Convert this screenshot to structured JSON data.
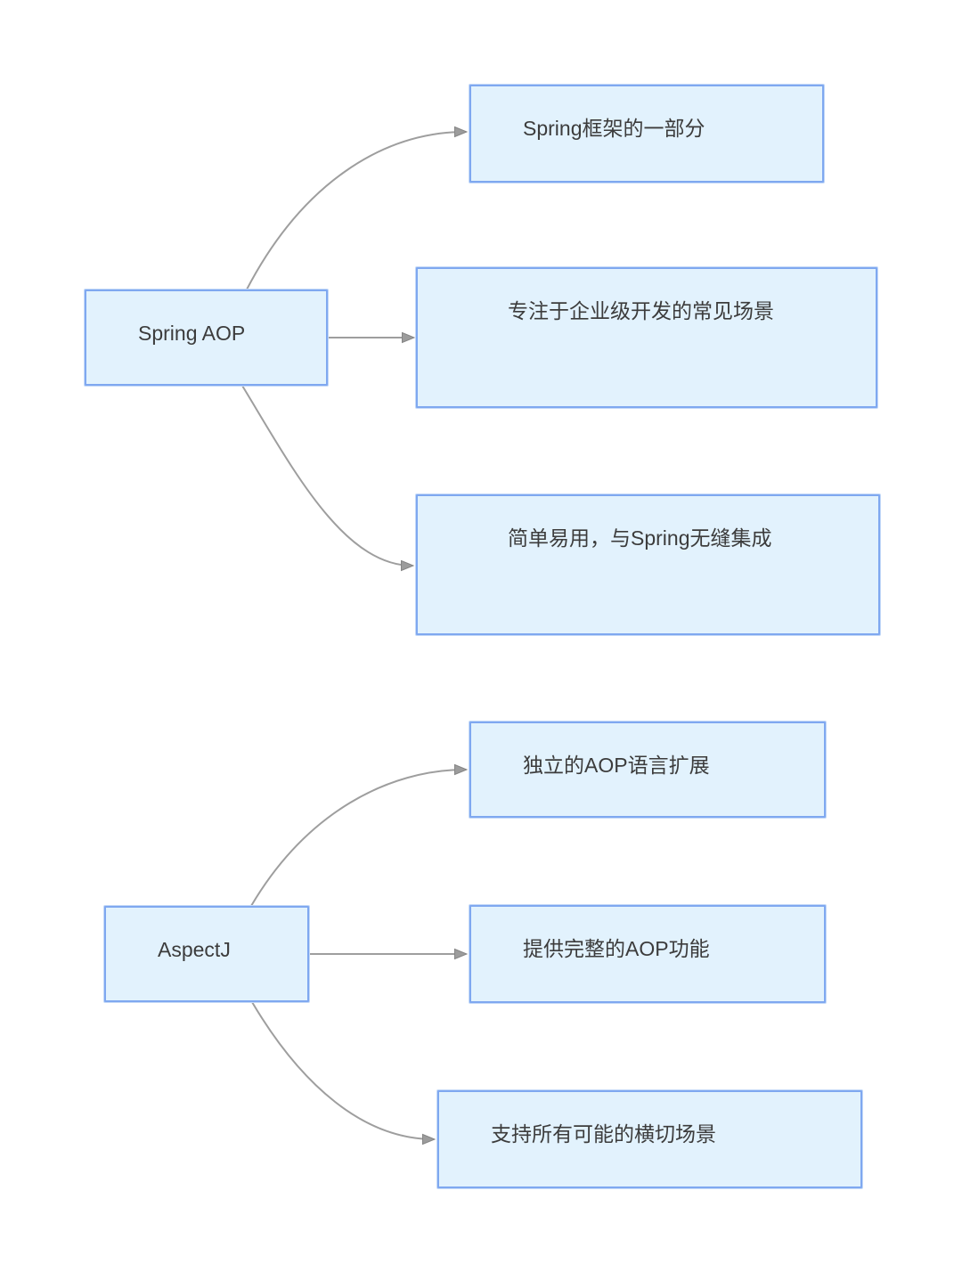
{
  "page": {
    "background": "#ffffff"
  },
  "diagram": {
    "type": "mindmap",
    "palette": {
      "node_fill": "#e2f2fd",
      "node_border": "#7fa8f0",
      "text_color": "#3c3c3c",
      "connector_color": "#9e9e9e"
    },
    "nodes": {
      "spring_aop": {
        "label": "Spring AOP",
        "role": "root"
      },
      "spring_part": {
        "label": "Spring框架的一部分",
        "role": "branch"
      },
      "spring_focus": {
        "label": "专注于企业级开发的常见场景",
        "role": "branch"
      },
      "spring_simple": {
        "label": "简单易用，与Spring无缝集成",
        "role": "branch"
      },
      "aspectj": {
        "label": "AspectJ",
        "role": "root"
      },
      "aspectj_ext": {
        "label": "独立的AOP语言扩展",
        "role": "branch"
      },
      "aspectj_full": {
        "label": "提供完整的AOP功能",
        "role": "branch"
      },
      "aspectj_cross": {
        "label": "支持所有可能的横切场景",
        "role": "branch"
      }
    },
    "edges": [
      {
        "from": "spring_aop",
        "to": "spring_part"
      },
      {
        "from": "spring_aop",
        "to": "spring_focus"
      },
      {
        "from": "spring_aop",
        "to": "spring_simple"
      },
      {
        "from": "aspectj",
        "to": "aspectj_ext"
      },
      {
        "from": "aspectj",
        "to": "aspectj_full"
      },
      {
        "from": "aspectj",
        "to": "aspectj_cross"
      }
    ]
  }
}
